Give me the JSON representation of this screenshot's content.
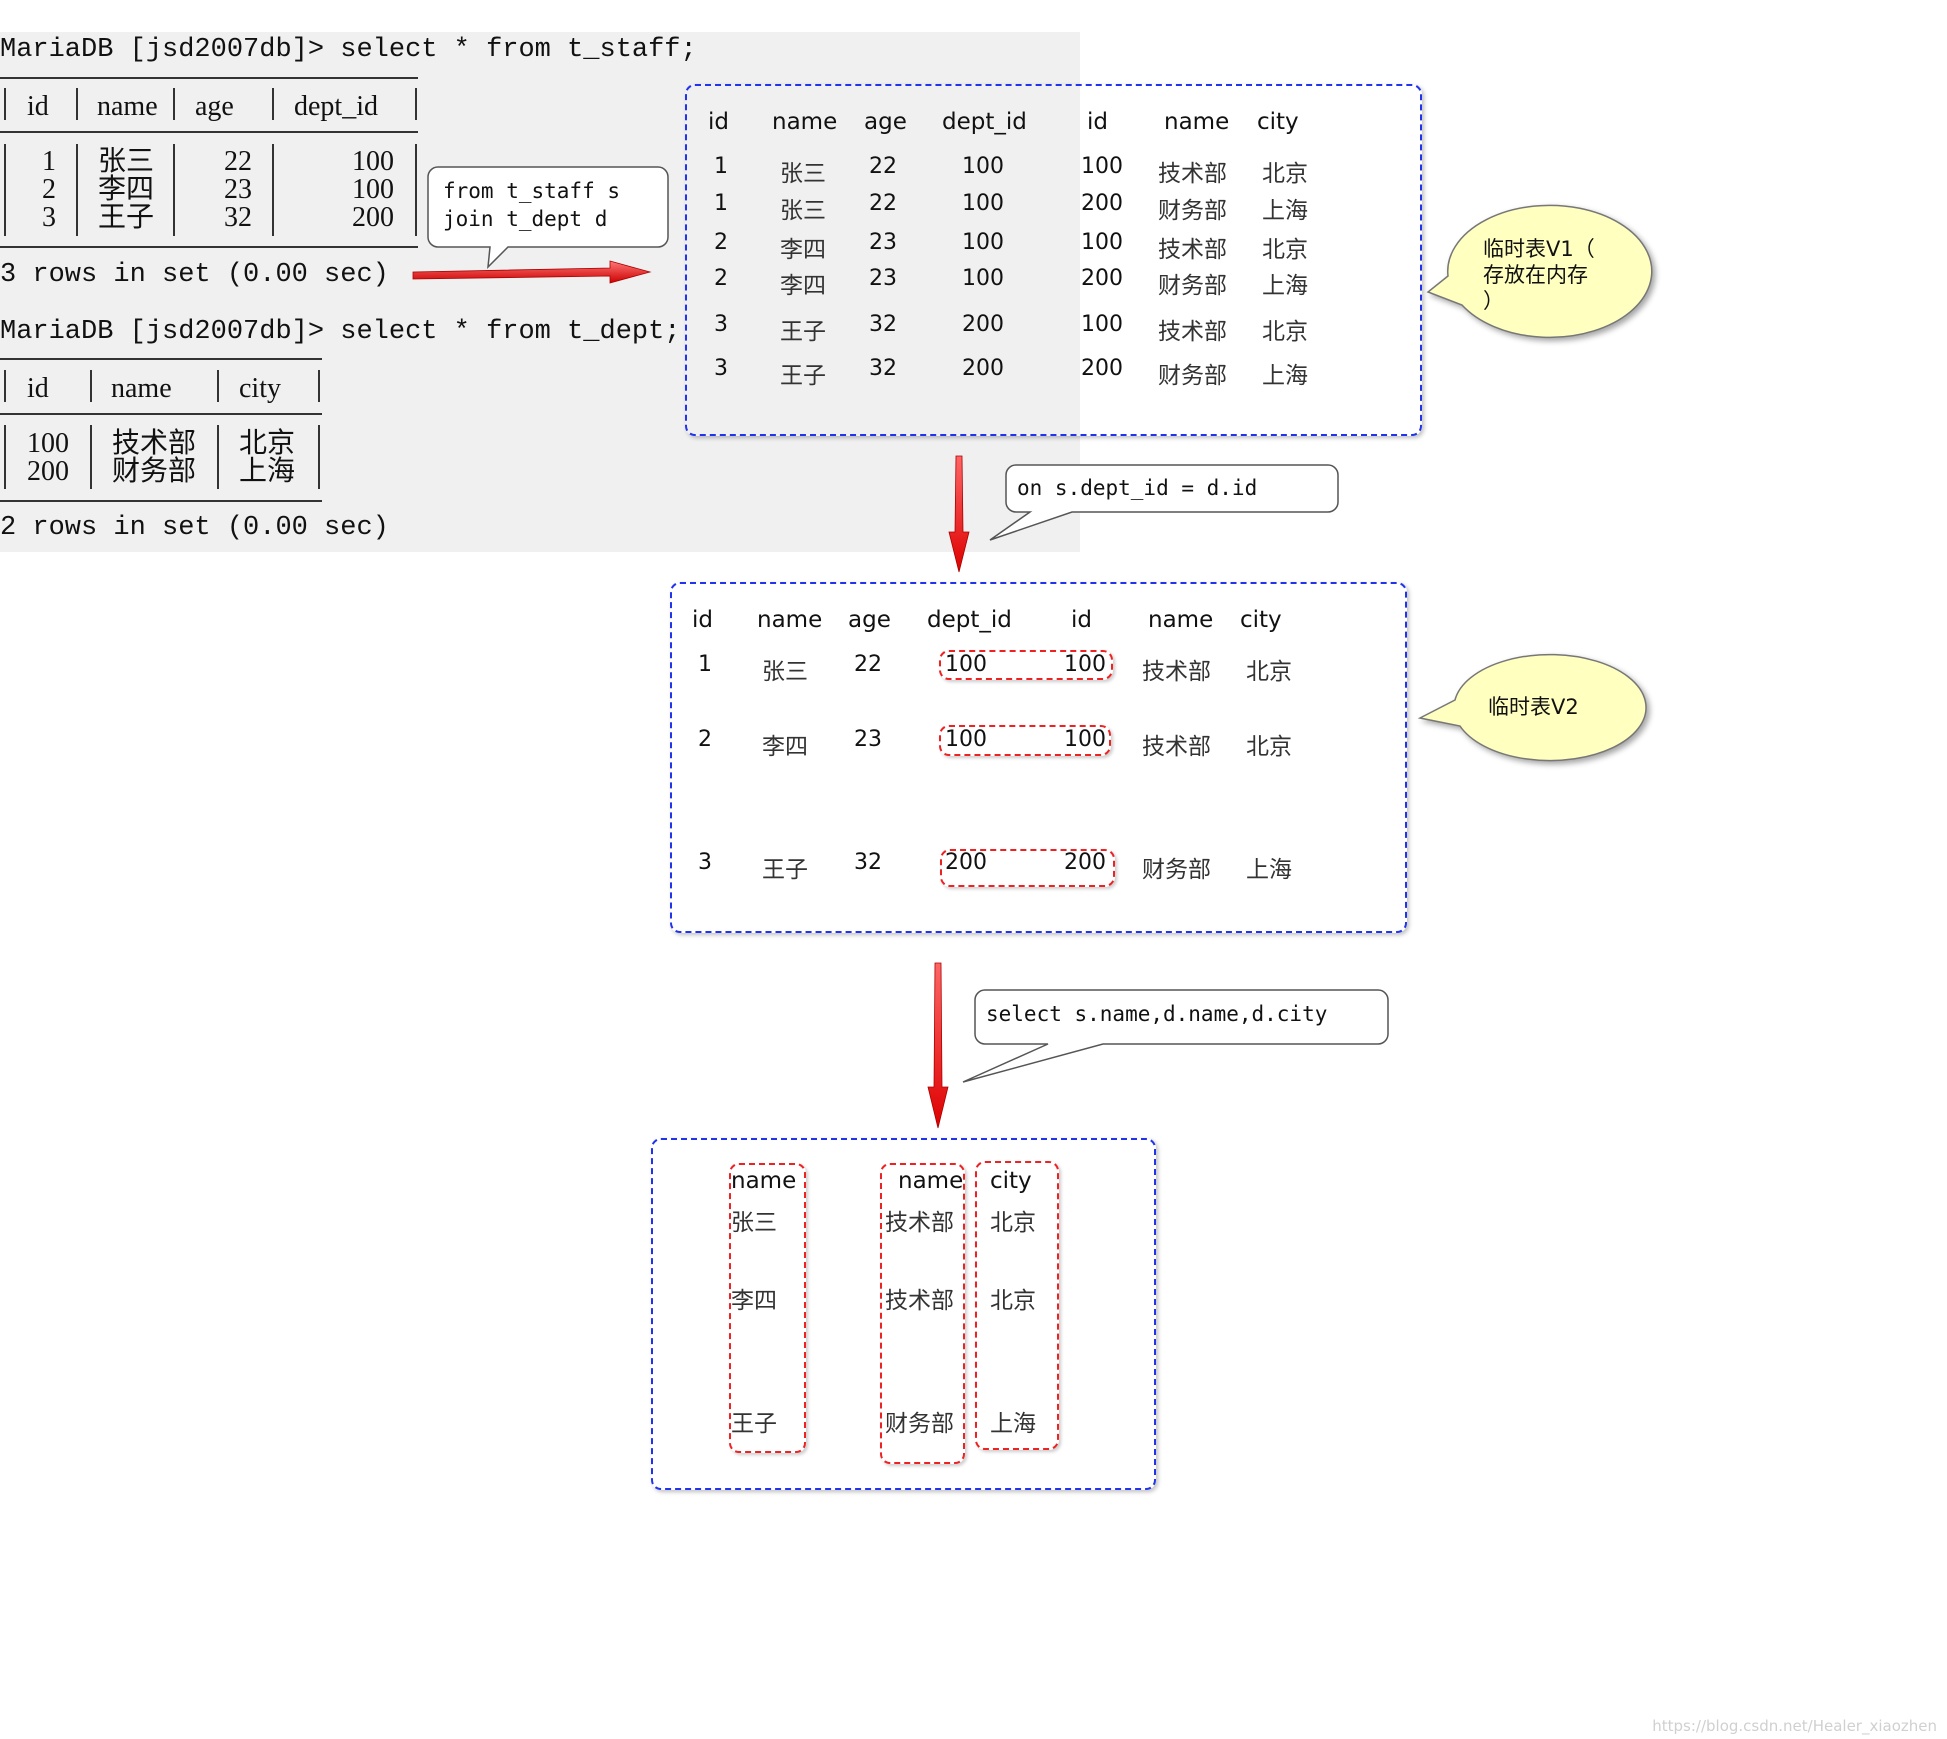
{
  "terminal": {
    "query1": "MariaDB [jsd2007db]> select * from t_staff;",
    "staff_headers": [
      "id",
      "name",
      "age",
      "dept_id"
    ],
    "staff_rows": [
      [
        "1",
        "张三",
        "22",
        "100"
      ],
      [
        "2",
        "李四",
        "23",
        "100"
      ],
      [
        "3",
        "王子",
        "32",
        "200"
      ]
    ],
    "staff_footer": "3 rows in set (0.00 sec)",
    "query2": "MariaDB [jsd2007db]> select * from t_dept;",
    "dept_headers": [
      "id",
      "name",
      "city"
    ],
    "dept_rows": [
      [
        "100",
        "技术部",
        "北京"
      ],
      [
        "200",
        "财务部",
        "上海"
      ]
    ],
    "dept_footer": "2 rows in set (0.00 sec)"
  },
  "callouts": {
    "from_join": "from t_staff s\njoin t_dept d",
    "on_clause": "on s.dept_id = d.id",
    "select_clause": "select s.name,d.name,d.city"
  },
  "bubbles": {
    "v1": "临时表V1（\n存放在内存\n）",
    "v2": "临时表V2"
  },
  "v1_table": {
    "headers": [
      "id",
      "name",
      "age",
      "dept_id",
      "id",
      "name",
      "city"
    ],
    "rows": [
      [
        "1",
        "张三",
        "22",
        "100",
        "100",
        "技术部",
        "北京"
      ],
      [
        "1",
        "张三",
        "22",
        "100",
        "200",
        "财务部",
        "上海"
      ],
      [
        "2",
        "李四",
        "23",
        "100",
        "100",
        "技术部",
        "北京"
      ],
      [
        "2",
        "李四",
        "23",
        "100",
        "200",
        "财务部",
        "上海"
      ],
      [
        "3",
        "王子",
        "32",
        "200",
        "100",
        "技术部",
        "北京"
      ],
      [
        "3",
        "王子",
        "32",
        "200",
        "200",
        "财务部",
        "上海"
      ]
    ]
  },
  "v2_table": {
    "headers": [
      "id",
      "name",
      "age",
      "dept_id",
      "id",
      "name",
      "city"
    ],
    "rows": [
      [
        "1",
        "张三",
        "22",
        "100",
        "100",
        "技术部",
        "北京"
      ],
      [
        "2",
        "李四",
        "23",
        "100",
        "100",
        "技术部",
        "北京"
      ],
      [
        "3",
        "王子",
        "32",
        "200",
        "200",
        "财务部",
        "上海"
      ]
    ]
  },
  "result_table": {
    "headers": [
      "name",
      "name",
      "city"
    ],
    "rows": [
      [
        "张三",
        "技术部",
        "北京"
      ],
      [
        "李四",
        "技术部",
        "北京"
      ],
      [
        "王子",
        "财务部",
        "上海"
      ]
    ]
  },
  "colors": {
    "blue_box": "#2233ee",
    "red_box": "#ee2222",
    "arrow": "#ee1111",
    "bubble_fill": "#ffffc0",
    "terminal_bg": "#f0f0f0"
  },
  "watermark": "https://blog.csdn.net/Healer_xiaozhen"
}
